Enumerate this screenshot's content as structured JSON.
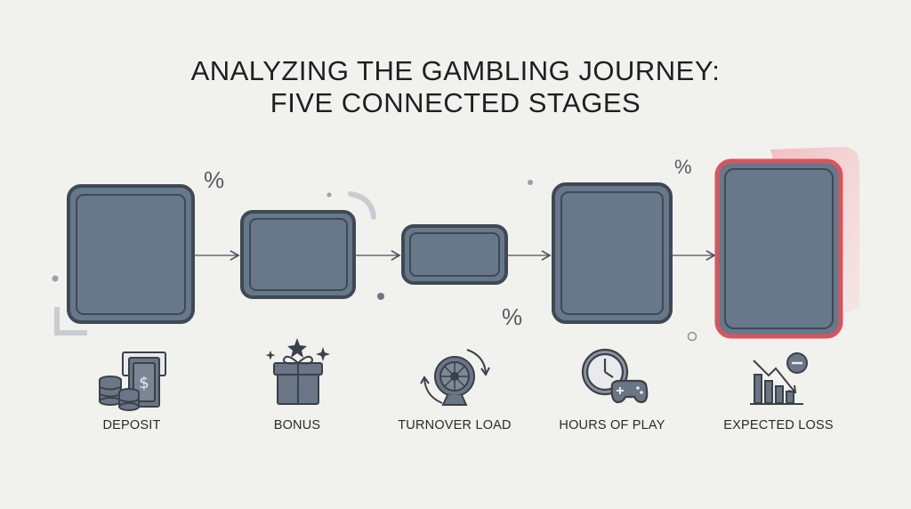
{
  "title": {
    "line1": "ANALYZING THE GAMBLING JOURNEY:",
    "line2": "FIVE CONNECTED STAGES"
  },
  "stages": [
    {
      "label": "DEPOSIT",
      "icon": "atm-cash-coins-icon"
    },
    {
      "label": "BONUS",
      "icon": "gift-box-sparkle-icon"
    },
    {
      "label": "TURNOVER LOAD",
      "icon": "wheel-cycle-icon"
    },
    {
      "label": "HOURS OF PLAY",
      "icon": "clock-gamepad-icon"
    },
    {
      "label": "EXPECTED LOSS",
      "icon": "declining-chart-minus-icon"
    }
  ],
  "decorations": {
    "percent_symbol": "%",
    "colors": {
      "box_fill": "#66788a",
      "box_stroke": "#3f4954",
      "highlight_stroke": "#d9545e",
      "highlight_glow": "#e89a9e",
      "icon_stroke": "#3b4148"
    }
  }
}
